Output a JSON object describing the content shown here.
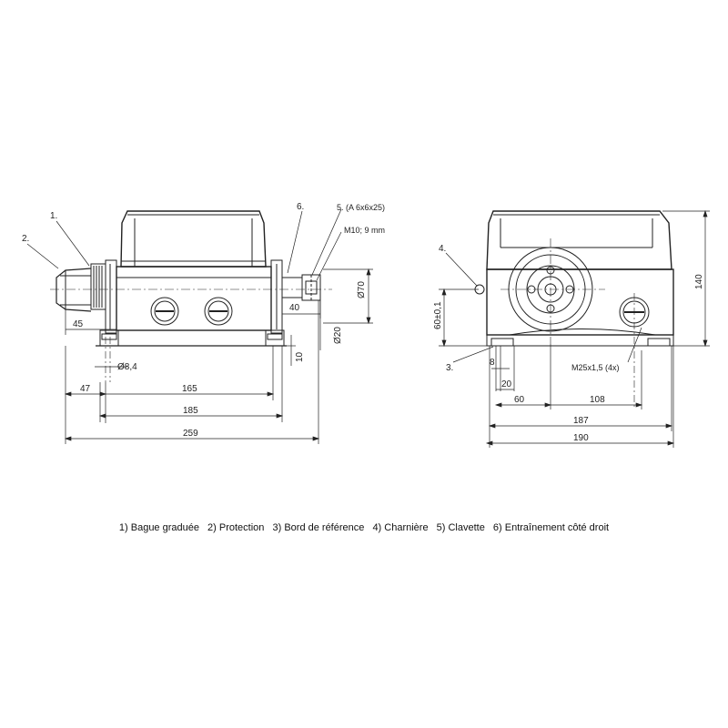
{
  "callouts": {
    "c1": "1.",
    "c2": "2.",
    "c3": "3.",
    "c4": "4.",
    "c5": "5. (A 6x6x25)",
    "c6": "6.",
    "thread_shaft": "M10; 9 mm",
    "thread_cable": "M25x1,5 (4x)"
  },
  "front_dims": {
    "d45": "45",
    "d40": "40",
    "d70": "Ø70",
    "d20": "Ø20",
    "d10": "10",
    "d84": "Ø8,4",
    "d47": "47",
    "d165": "165",
    "d185": "185",
    "d259": "259"
  },
  "side_dims": {
    "d60": "60±0,1",
    "d140": "140",
    "d8": "8",
    "d20": "20",
    "d60b": "60",
    "d108": "108",
    "d187": "187",
    "d190": "190"
  },
  "legend": [
    "1) Bague graduée",
    "2) Protection",
    "3) Bord de référence",
    "4) Charnière",
    "5) Clavette",
    "6) Entraînement côté droit"
  ]
}
